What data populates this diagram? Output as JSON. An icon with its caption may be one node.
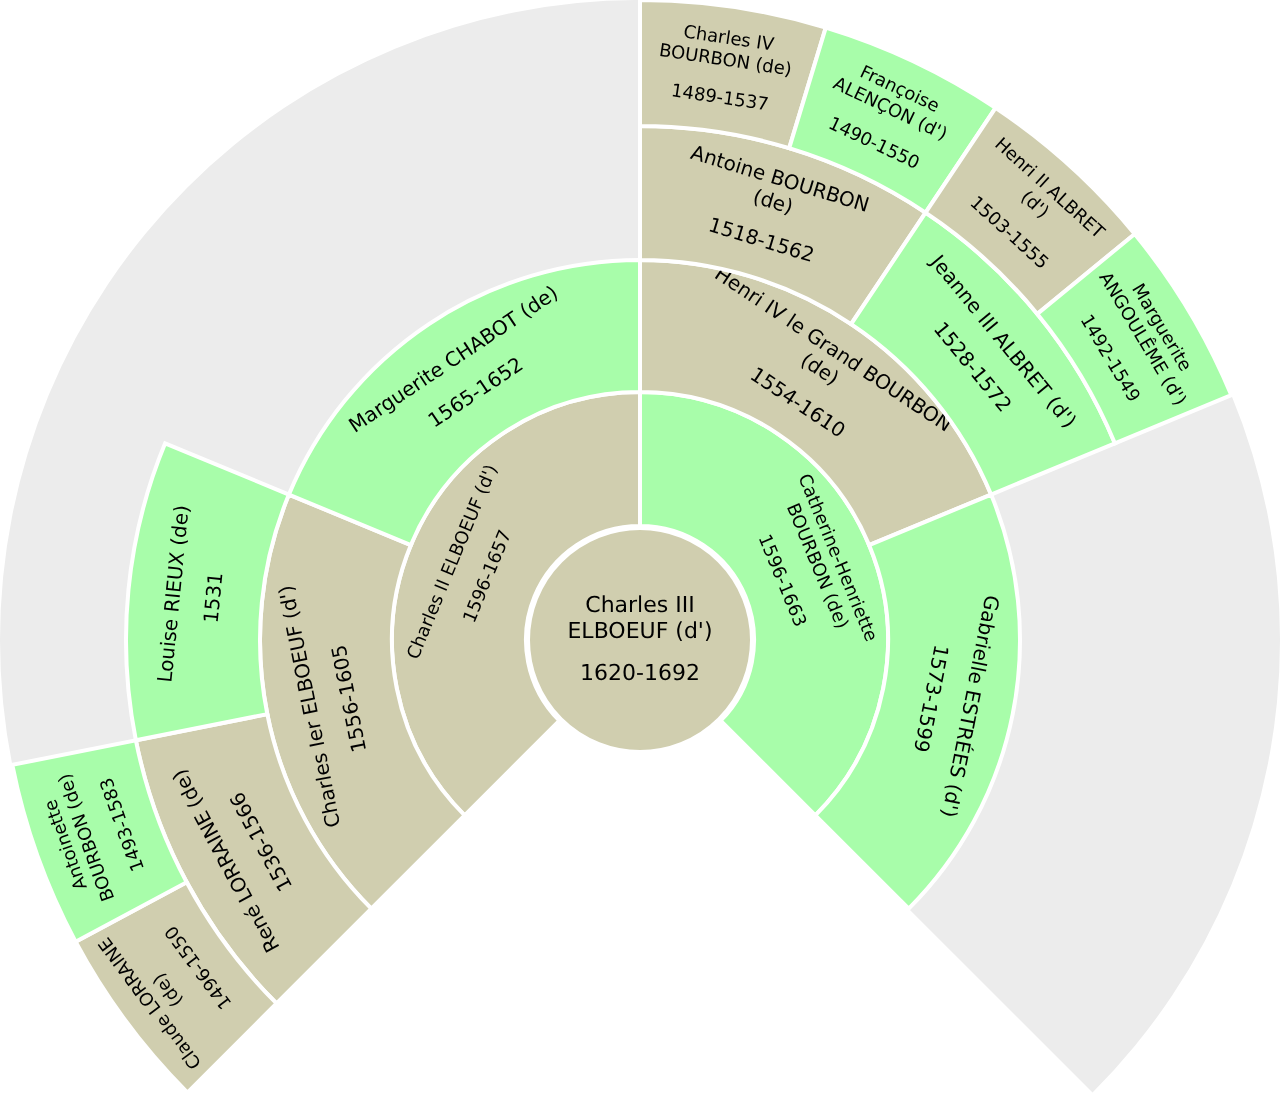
{
  "diagram": {
    "nodes": [
      {
        "text": [
          "Charles III ELBOEUF (d')",
          "1620-1692"
        ]
      },
      {
        "text": [
          "Charles II ELBOEUF (d')",
          "1596-1657"
        ]
      },
      {
        "text": [
          "Catherine-Henriette BOURBON (de)",
          "1596-1663"
        ]
      },
      {
        "text": [
          "Charles Ier ELBOEUF (d')",
          "1556-1605"
        ]
      },
      {
        "text": [
          "Marguerite CHABOT (de)",
          "1565-1652"
        ]
      },
      {
        "text": [
          "Henri IV le Grand BOURBON (de)",
          "1554-1610"
        ]
      },
      {
        "text": [
          "Gabrielle ESTRÉES (d')",
          "1573-1599"
        ]
      },
      {
        "text": [
          "René LORRAINE (de)",
          "1536-1566"
        ]
      },
      {
        "text": [
          "Louise RIEUX (de)",
          "1531"
        ]
      },
      {
        "text": [
          "Antoine BOURBON (de)",
          "1518-1562"
        ]
      },
      {
        "text": [
          "Jeanne III ALBRET (d')",
          "1528-1572"
        ]
      },
      {
        "text": [
          "Claude LORRAINE (de)",
          "1496-1550"
        ]
      },
      {
        "text": [
          "Antoinette BOURBON (de)",
          "1493-1583"
        ]
      },
      {
        "text": [
          "Charles IV BOURBON (de)",
          "1489-1537"
        ]
      },
      {
        "text": [
          "Françoise ALENÇON (d')",
          "1490-1550"
        ]
      },
      {
        "text": [
          "Henri II ALBRET (d')",
          "1503-1555"
        ]
      },
      {
        "text": [
          "Marguerite ANGOULÊME (d')",
          "1492-1549"
        ]
      }
    ]
  }
}
